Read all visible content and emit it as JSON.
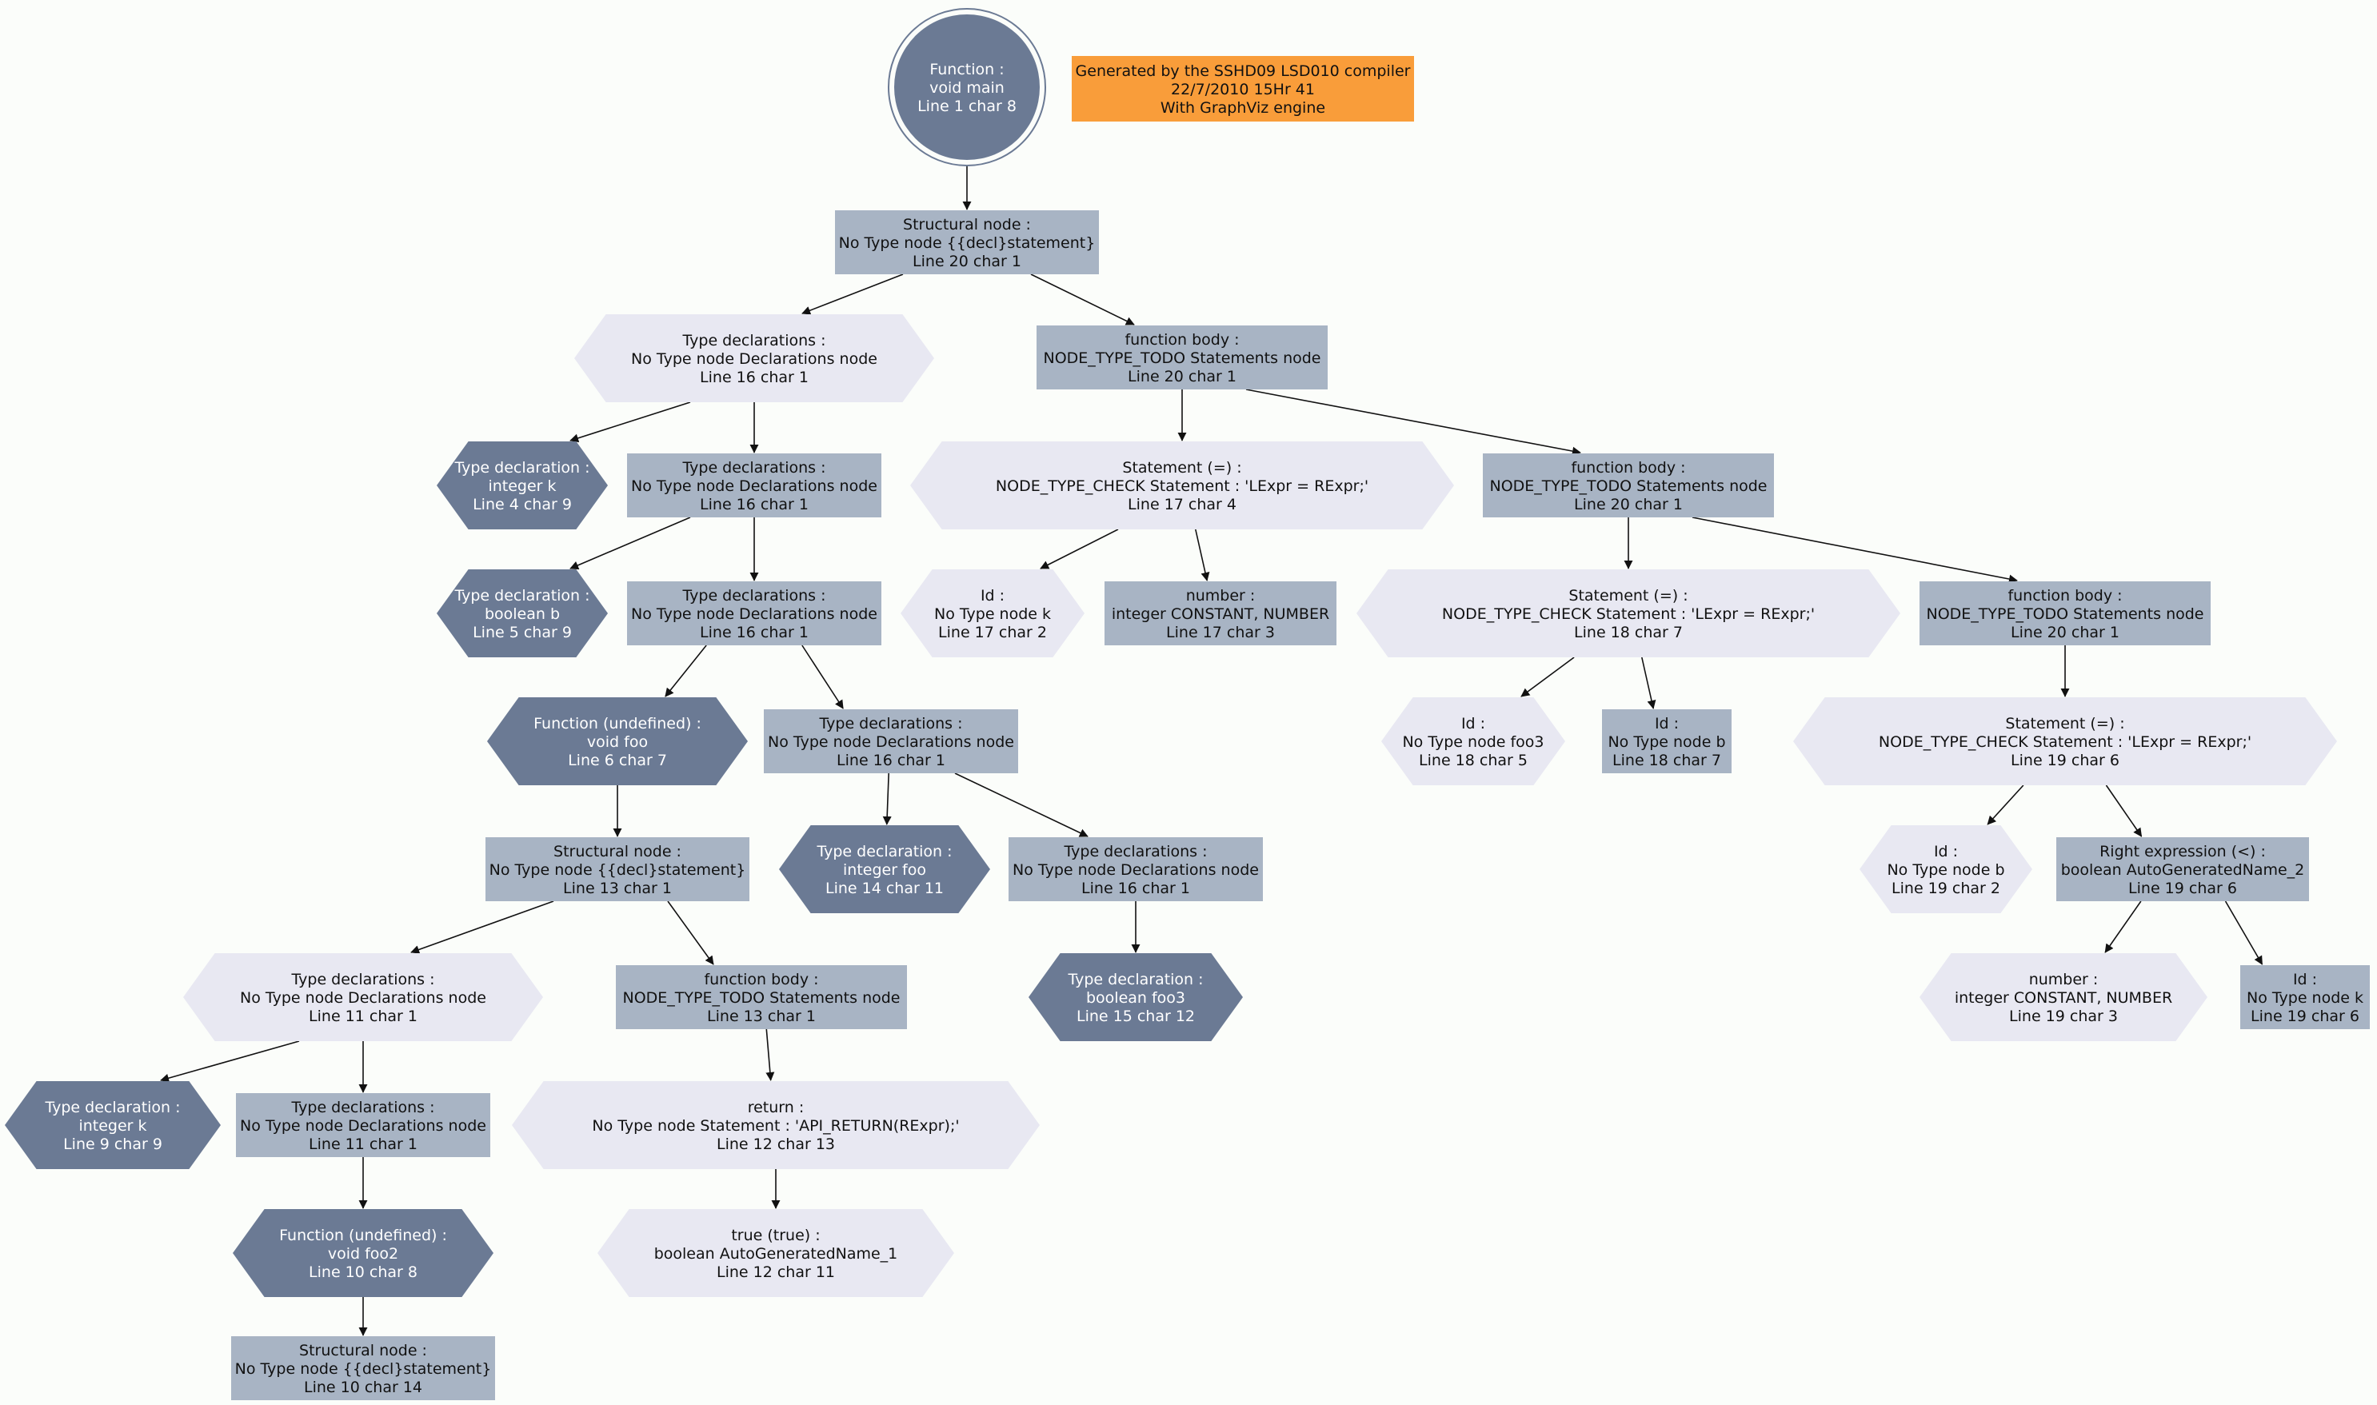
{
  "colors": {
    "background": "#fbfdfa",
    "structural_node": "#a8b4c4",
    "declaration_hex": "#e8e8f2",
    "leaf_hex_dark": "#6b7a94",
    "root_circle": "#6b7a94",
    "info_box": "#f99d3a",
    "edge": "#111111"
  },
  "info": {
    "lines": [
      "Generated by the SSHD09 LSD010 compiler",
      "22/7/2010 15Hr 41",
      "With GraphViz engine"
    ]
  },
  "nodes": [
    {
      "id": "root",
      "lines": [
        "Function :",
        "void main",
        "Line 1 char 8"
      ]
    },
    {
      "id": "struct1",
      "lines": [
        "Structural node :",
        "No Type node {{decl}statement}",
        "Line 20 char 1"
      ]
    },
    {
      "id": "typedecls1",
      "lines": [
        "Type declarations :",
        "No Type node Declarations node",
        "Line 16 char 1"
      ]
    },
    {
      "id": "fbody1",
      "lines": [
        "function body :",
        "NODE_TYPE_TODO Statements node",
        "Line 20 char 1"
      ]
    },
    {
      "id": "td_k4",
      "lines": [
        "Type declaration :",
        "integer k",
        "Line 4 char 9"
      ]
    },
    {
      "id": "typedecls2",
      "lines": [
        "Type declarations :",
        "No Type node Declarations node",
        "Line 16 char 1"
      ]
    },
    {
      "id": "stmt17",
      "lines": [
        "Statement (=) :",
        "NODE_TYPE_CHECK Statement : 'LExpr = RExpr;'",
        "Line 17 char 4"
      ]
    },
    {
      "id": "fbody2",
      "lines": [
        "function body :",
        "NODE_TYPE_TODO Statements node",
        "Line 20 char 1"
      ]
    },
    {
      "id": "td_b5",
      "lines": [
        "Type declaration :",
        "boolean b",
        "Line 5 char 9"
      ]
    },
    {
      "id": "typedecls3",
      "lines": [
        "Type declarations :",
        "No Type node Declarations node",
        "Line 16 char 1"
      ]
    },
    {
      "id": "id_k17",
      "lines": [
        "Id :",
        "No Type node k",
        "Line 17 char 2"
      ]
    },
    {
      "id": "num17",
      "lines": [
        "number :",
        "integer CONSTANT, NUMBER",
        "Line 17 char 3"
      ]
    },
    {
      "id": "stmt18",
      "lines": [
        "Statement (=) :",
        "NODE_TYPE_CHECK Statement : 'LExpr = RExpr;'",
        "Line 18 char 7"
      ]
    },
    {
      "id": "fbody3",
      "lines": [
        "function body :",
        "NODE_TYPE_TODO Statements node",
        "Line 20 char 1"
      ]
    },
    {
      "id": "func_foo",
      "lines": [
        "Function (undefined) :",
        "void foo",
        "Line 6 char 7"
      ]
    },
    {
      "id": "typedecls4",
      "lines": [
        "Type declarations :",
        "No Type node Declarations node",
        "Line 16 char 1"
      ]
    },
    {
      "id": "id_foo3",
      "lines": [
        "Id :",
        "No Type node foo3",
        "Line 18 char 5"
      ]
    },
    {
      "id": "id_b18",
      "lines": [
        "Id :",
        "No Type node b",
        "Line 18 char 7"
      ]
    },
    {
      "id": "stmt19",
      "lines": [
        "Statement (=) :",
        "NODE_TYPE_CHECK Statement : 'LExpr = RExpr;'",
        "Line 19 char 6"
      ]
    },
    {
      "id": "struct13",
      "lines": [
        "Structural node :",
        "No Type node {{decl}statement}",
        "Line 13 char 1"
      ]
    },
    {
      "id": "td_foo14",
      "lines": [
        "Type declaration :",
        "integer foo",
        "Line 14 char 11"
      ]
    },
    {
      "id": "typedecls5",
      "lines": [
        "Type declarations :",
        "No Type node Declarations node",
        "Line 16 char 1"
      ]
    },
    {
      "id": "id_b19",
      "lines": [
        "Id :",
        "No Type node b",
        "Line 19 char 2"
      ]
    },
    {
      "id": "rexpr",
      "lines": [
        "Right expression (<) :",
        "boolean AutoGeneratedName_2",
        "Line 19 char 6"
      ]
    },
    {
      "id": "typedecls11a",
      "lines": [
        "Type declarations :",
        "No Type node Declarations node",
        "Line 11 char 1"
      ]
    },
    {
      "id": "fbody13",
      "lines": [
        "function body :",
        "NODE_TYPE_TODO Statements node",
        "Line 13 char 1"
      ]
    },
    {
      "id": "td_foo3",
      "lines": [
        "Type declaration :",
        "boolean foo3",
        "Line 15 char 12"
      ]
    },
    {
      "id": "num19",
      "lines": [
        "number :",
        "integer CONSTANT, NUMBER",
        "Line 19 char 3"
      ]
    },
    {
      "id": "id_k19",
      "lines": [
        "Id :",
        "No Type node k",
        "Line 19 char 6"
      ]
    },
    {
      "id": "td_k9",
      "lines": [
        "Type declaration :",
        "integer k",
        "Line 9 char 9"
      ]
    },
    {
      "id": "typedecls11b",
      "lines": [
        "Type declarations :",
        "No Type node Declarations node",
        "Line 11 char 1"
      ]
    },
    {
      "id": "ret12",
      "lines": [
        "return :",
        "No Type node Statement : 'API_RETURN(RExpr);'",
        "Line 12 char 13"
      ]
    },
    {
      "id": "func_foo2",
      "lines": [
        "Function (undefined) :",
        "void foo2",
        "Line 10 char 8"
      ]
    },
    {
      "id": "true12",
      "lines": [
        "true (true) :",
        "boolean AutoGeneratedName_1",
        "Line 12 char 11"
      ]
    },
    {
      "id": "struct10",
      "lines": [
        "Structural node :",
        "No Type node {{decl}statement}",
        "Line 10 char 14"
      ]
    }
  ]
}
